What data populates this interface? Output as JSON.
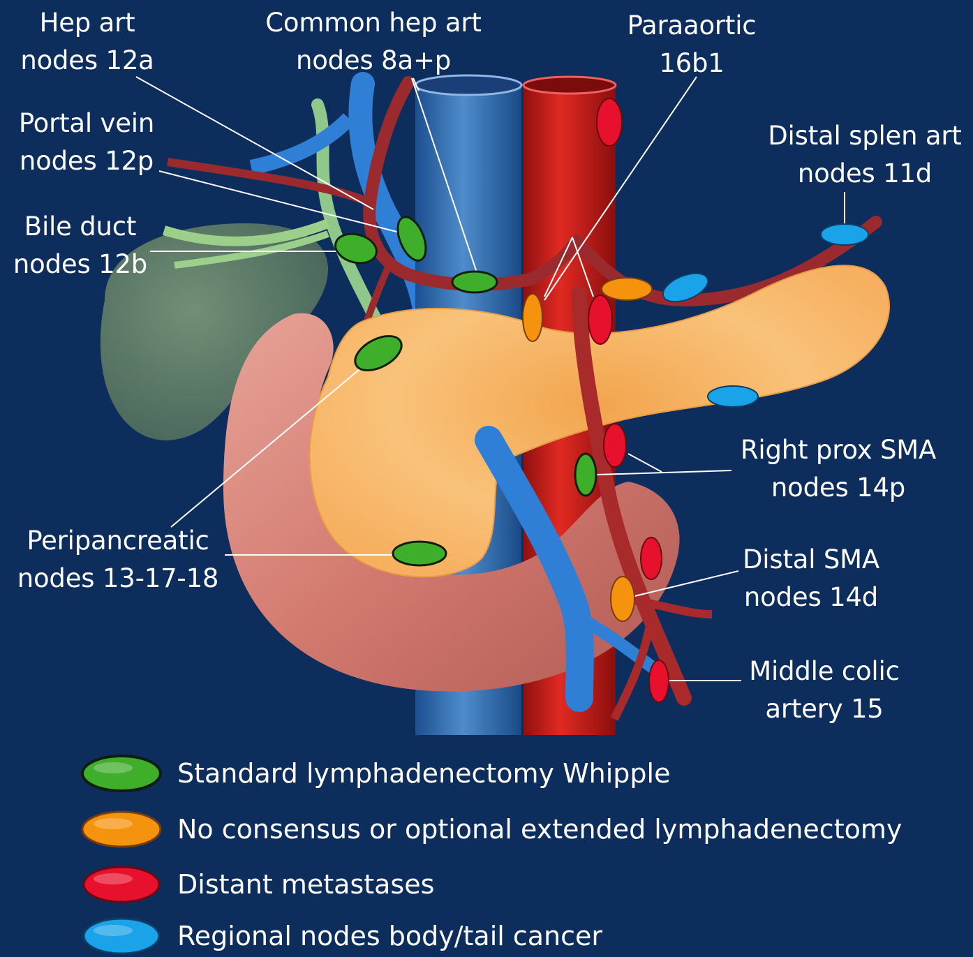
{
  "labels": {
    "hep_art": [
      "Hep art",
      "nodes 12a"
    ],
    "common_hep_art": [
      "Common hep art",
      "nodes 8a+p"
    ],
    "paraaortic": [
      "Paraaortic",
      "16b1"
    ],
    "portal_vein": [
      "Portal vein",
      "nodes 12p"
    ],
    "distal_splen_art": [
      "Distal splen art",
      "nodes 11d"
    ],
    "bile_duct": [
      "Bile duct",
      "nodes 12b"
    ],
    "right_prox_sma": [
      "Right prox SMA",
      "nodes 14p"
    ],
    "peripancreatic": [
      "Peripancreatic",
      "nodes 13-17-18"
    ],
    "distal_sma": [
      "Distal SMA",
      "nodes 14d"
    ],
    "middle_colic": [
      "Middle colic",
      "artery 15"
    ]
  },
  "legend": [
    {
      "text": "Standard lymphadenectomy Whipple",
      "color": "#3fae2a"
    },
    {
      "text": "No consensus or optional extended lymphadenectomy",
      "color": "#f5930f"
    },
    {
      "text": "Distant metastases",
      "color": "#e8112d"
    },
    {
      "text": "Regional nodes body/tail cancer",
      "color": "#1aa3e8"
    }
  ],
  "colors": {
    "background": "#0d2d5c",
    "standard": "#3fae2a",
    "optional": "#f5930f",
    "distant": "#e8112d",
    "regional": "#1aa3e8",
    "artery": "#9b2a2f",
    "vein": "#2f7fd6",
    "pancreas": "#f7b65a",
    "duodenum": "#d9857a",
    "gallbladder": "#6f8f6a"
  }
}
